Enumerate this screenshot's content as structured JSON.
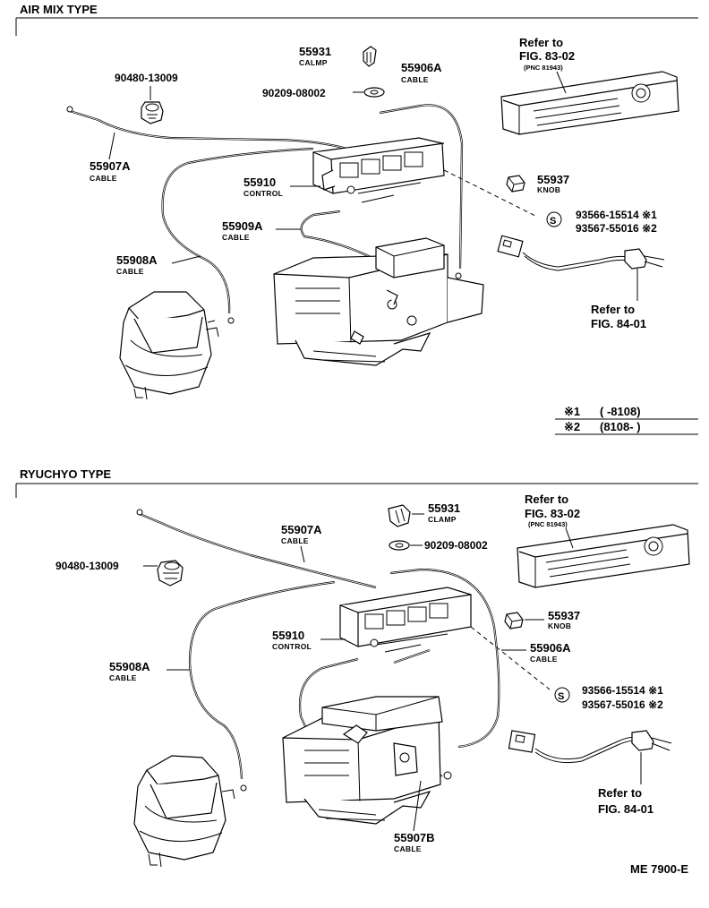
{
  "sections": [
    {
      "title": "AIR MIX TYPE",
      "labels": {
        "p55931": "55931",
        "n55931": "CALMP",
        "p90480": "90480-13009",
        "p90209": "90209-08002",
        "p55906a": "55906A",
        "n55906a": "CABLE",
        "p55907a": "55907A",
        "n55907a": "CABLE",
        "p55910": "55910",
        "n55910": "CONTROL",
        "p55937": "55937",
        "n55937": "KNOB",
        "p55909a": "55909A",
        "n55909a": "CABLE",
        "p55908a": "55908A",
        "n55908a": "CABLE",
        "bulb1": "93566-15514 ※1",
        "bulb2": "93567-55016 ※2",
        "ref83_1": "Refer to",
        "ref83_2": "FIG. 83-02",
        "ref83_3": "(PNC 81943)",
        "ref84_1": "Refer to",
        "ref84_2": "FIG. 84-01"
      },
      "notes": [
        {
          "mark": "※1",
          "range": "(        -8108)"
        },
        {
          "mark": "※2",
          "range": "(8108-        )"
        }
      ]
    },
    {
      "title": "RYUCHYO TYPE",
      "labels": {
        "p55931": "55931",
        "n55931": "CLAMP",
        "p90209": "90209-08002",
        "p55907a": "55907A",
        "n55907a": "CABLE",
        "p90480": "90480-13009",
        "p55910": "55910",
        "n55910": "CONTROL",
        "p55937": "55937",
        "n55937": "KNOB",
        "p55908a": "55908A",
        "n55908a": "CABLE",
        "p55906a": "55906A",
        "n55906a": "CABLE",
        "bulb1": "93566-15514 ※1",
        "bulb2": "93567-55016 ※2",
        "p55907b": "55907B",
        "n55907b": "CABLE",
        "ref83_1": "Refer to",
        "ref83_2": "FIG. 83-02",
        "ref83_3": "(PNC 81943)",
        "ref84_1": "Refer to",
        "ref84_2": "FIG. 84-01"
      }
    }
  ],
  "footer": {
    "code": "ME 7900-E"
  },
  "bulb_symbol": "S"
}
